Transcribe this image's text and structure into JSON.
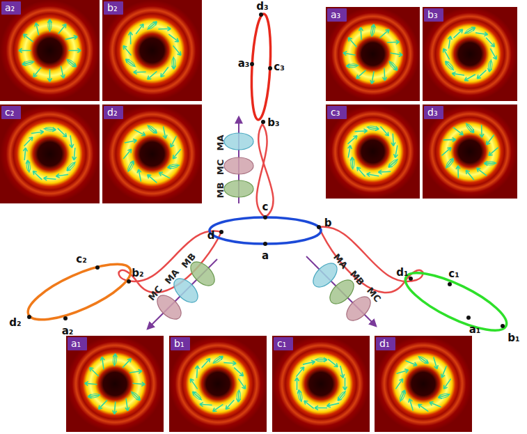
{
  "diagram": {
    "nodes": [
      {
        "text": [
          "a₂"
        ]
      },
      {
        "text": [
          "b₂"
        ]
      },
      {
        "text": [
          "a₃"
        ]
      },
      {
        "text": [
          "b₃"
        ]
      },
      {
        "text": [
          "c₂"
        ]
      },
      {
        "text": [
          "d₂"
        ]
      },
      {
        "text": [
          "c₃"
        ]
      },
      {
        "text": [
          "d₃"
        ]
      },
      {
        "text": [
          "a₁"
        ]
      },
      {
        "text": [
          "b₁"
        ]
      },
      {
        "text": [
          "c₁"
        ]
      },
      {
        "text": [
          "d₁"
        ]
      }
    ],
    "labels": [
      "d₃",
      "a₃",
      "c₃",
      "b₃",
      "MA",
      "MC",
      "MB",
      "c",
      "d",
      "b",
      "a",
      "c₂",
      "b₂",
      "d₂",
      "a₂",
      "d₁",
      "c₁",
      "a₁",
      "b₁",
      "MC",
      "MA",
      "MB",
      "MA",
      "MB",
      "MC"
    ]
  }
}
